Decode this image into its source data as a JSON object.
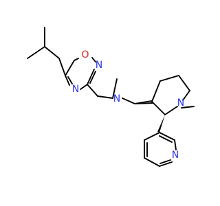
{
  "atoms": {
    "oxadiazole_o": "O",
    "oxadiazole_n_top": "N",
    "oxadiazole_n_bottom": "N",
    "amine_n": "N",
    "pyrrolidine_n": "N",
    "pyridine_n": "N"
  },
  "colors": {
    "bond": "#000000",
    "nitrogen": "#2b36e0",
    "oxygen": "#e02020",
    "background": "#ffffff"
  }
}
